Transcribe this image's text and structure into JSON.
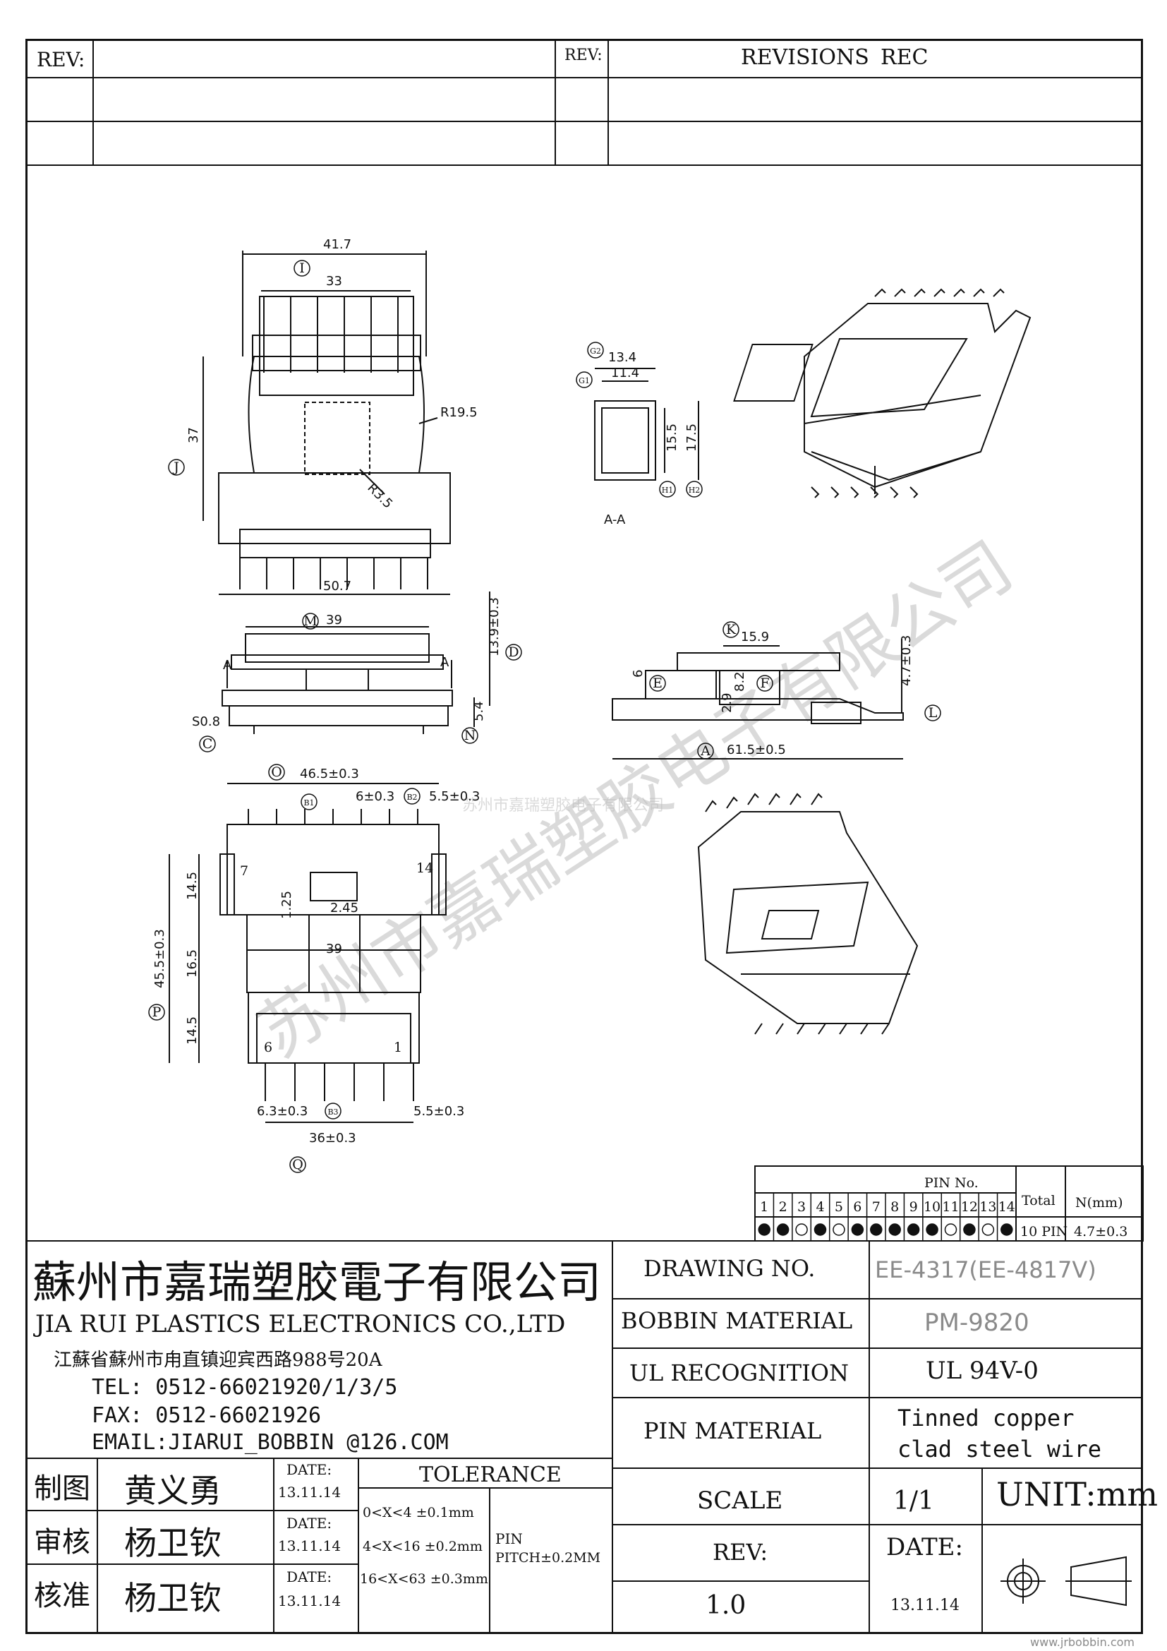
{
  "revision_block": {
    "rev_label_left": "REV:",
    "rev_label_right": "REV:",
    "revisions_label": "REVISIONS",
    "rec_label": "REC"
  },
  "views": {
    "top": {
      "dims": [
        "41.7",
        "33",
        "37",
        "50.7",
        "R19.5",
        "R3.5"
      ],
      "callouts": [
        "I",
        "J"
      ]
    },
    "section": {
      "dims": [
        "13.4",
        "11.4",
        "15.5",
        "17.5"
      ],
      "callouts": [
        "G2",
        "G1",
        "H1",
        "H2"
      ],
      "label": "A-A"
    },
    "front": {
      "dims": [
        "39",
        "13.9±0.3",
        "5.4",
        "S0.8"
      ],
      "callouts": [
        "M",
        "D",
        "N",
        "C"
      ],
      "section_marks": [
        "A",
        "A"
      ]
    },
    "side": {
      "dims": [
        "15.9",
        "4.7±0.3",
        "8.2",
        "61.5±0.5",
        "6",
        "2.9"
      ],
      "callouts": [
        "K",
        "E",
        "F",
        "L",
        "A"
      ]
    },
    "bottom": {
      "dims": [
        "46.5±0.3",
        "6±0.3",
        "5.5±0.3",
        "14.5",
        "16.5",
        "14.5",
        "45.5±0.3",
        "39",
        "1.25",
        "2.45",
        "6.3±0.3",
        "5.5±0.3",
        "36±0.3"
      ],
      "callouts": [
        "O",
        "B1",
        "B2",
        "P",
        "B3",
        "Q"
      ],
      "pin_numbers": [
        "7",
        "14",
        "6",
        "1"
      ]
    }
  },
  "watermark": {
    "small_text": "苏州市嘉瑞塑胶电子有限公司",
    "large_text": "苏州市嘉瑞塑胶电子有限公司"
  },
  "pin_table": {
    "header": "PIN No.",
    "total_label": "Total",
    "n_label": "N(mm)",
    "pins": [
      "1",
      "2",
      "3",
      "4",
      "5",
      "6",
      "7",
      "8",
      "9",
      "10",
      "11",
      "12",
      "13",
      "14"
    ],
    "filled": [
      true,
      true,
      false,
      true,
      false,
      true,
      true,
      true,
      true,
      true,
      false,
      true,
      false,
      true
    ],
    "total_value": "10 PIN",
    "n_value": "4.7±0.3"
  },
  "company": {
    "name_cn": "蘇州市嘉瑞塑胶電子有限公司",
    "name_en": "JIA RUI PLASTICS ELECTRONICS CO.,LTD",
    "address": "江蘇省蘇州市甪直镇迎宾西路988号20A",
    "tel": "TEL:  0512-66021920/1/3/5",
    "fax": "FAX:  0512-66021926",
    "email": "EMAIL:JIARUI_BOBBIN @126.COM"
  },
  "spec": {
    "drawing_no_label": "DRAWING   NO.",
    "drawing_no": "EE-4317(EE-4817V)",
    "bobbin_material_label": "BOBBIN   MATERIAL",
    "bobbin_material": "PM-9820",
    "ul_label": "UL RECOGNITION",
    "ul_value": "UL 94V-0",
    "pin_material_label": "PIN MATERIAL",
    "pin_material_line1": "Tinned copper",
    "pin_material_line2": "clad steel wire"
  },
  "signoff": [
    {
      "role": "制图",
      "name": "黄义勇",
      "date_label": "DATE:",
      "date": "13.11.14"
    },
    {
      "role": "审核",
      "name": "杨卫钦",
      "date_label": "DATE:",
      "date": "13.11.14"
    },
    {
      "role": "核准",
      "name": "杨卫钦",
      "date_label": "DATE:",
      "date": "13.11.14"
    }
  ],
  "tolerance": {
    "title": "TOLERANCE",
    "rows": [
      "0<X<4  ±0.1mm",
      "4<X<16 ±0.2mm",
      "16<X<63 ±0.3mm"
    ],
    "pin_label": "PIN",
    "pin_pitch": "PITCH±0.2MM"
  },
  "scale": {
    "scale_label": "SCALE",
    "scale_value": "1/1",
    "unit": "UNIT:mm",
    "rev_label": "REV:",
    "rev_value": "1.0",
    "date_label": "DATE:",
    "date_value": "13.11.14"
  },
  "footer_url": "www.jrbobbin.com"
}
